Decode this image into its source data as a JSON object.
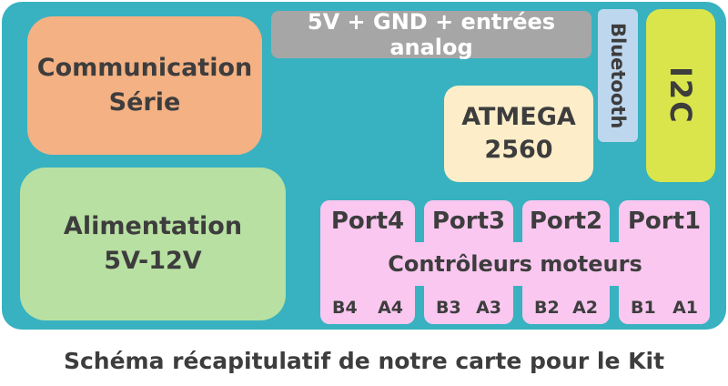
{
  "caption": "Schéma récapitulatif de notre carte pour le Kit",
  "board": {
    "communication": {
      "line1": "Communication",
      "line2": "Série"
    },
    "alimentation": {
      "line1": "Alimentation",
      "line2": "5V-12V"
    },
    "top_bus": "5V + GND + entrées analog",
    "mcu": {
      "line1": "ATMEGA",
      "line2": "2560"
    },
    "bluetooth": "Bluetooth",
    "i2c": "I2C",
    "motor_controllers": {
      "label": "Contrôleurs moteurs",
      "ports": [
        {
          "name": "Port4",
          "pin_b": "B4",
          "pin_a": "A4"
        },
        {
          "name": "Port3",
          "pin_b": "B3",
          "pin_a": "A3"
        },
        {
          "name": "Port2",
          "pin_b": "B2",
          "pin_a": "A2"
        },
        {
          "name": "Port1",
          "pin_b": "B1",
          "pin_a": "A1"
        }
      ]
    }
  },
  "colors": {
    "board": "#38b2c0",
    "communication": "#f4b183",
    "alimentation": "#b8e0a2",
    "bus": "#a6a6a6",
    "mcu": "#fdeec9",
    "bluetooth": "#bdd7ee",
    "i2c": "#d9e54a",
    "port": "#f9c7ef",
    "text": "#3d3d3d"
  }
}
